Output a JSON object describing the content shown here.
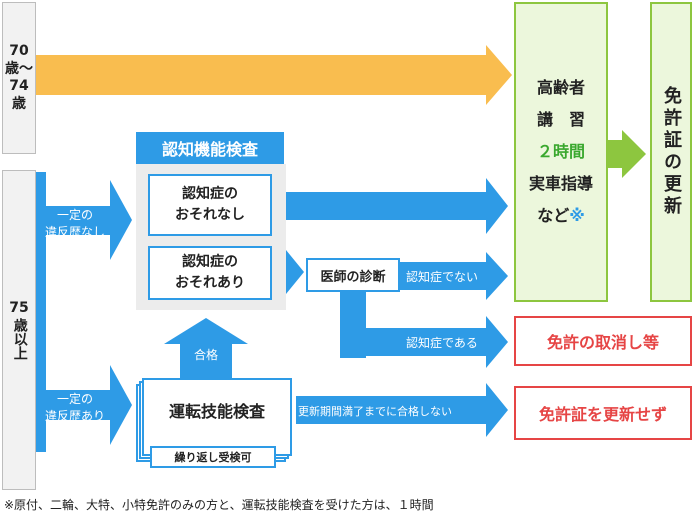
{
  "ages": {
    "group1_line1": "70",
    "group1_line2": "歳～",
    "group1_line3": "74",
    "group1_line4": "歳",
    "group2_line1": "75",
    "group2_line2": "歳以上"
  },
  "cognitive_test": {
    "title": "認知機能検査",
    "no_risk": "認知症の\nおそれなし",
    "risk": "認知症の\nおそれあり"
  },
  "driving_test": {
    "title": "運転技能検査",
    "repeat": "繰り返し受検可"
  },
  "doctor": "医師の診断",
  "branches": {
    "no_violation": "一定の\n違反歴なし",
    "with_violation": "一定の\n違反歴あり",
    "not_dementia": "認知症でない",
    "dementia": "認知症である",
    "pass": "合格",
    "fail_before_expiry": "更新期間満了までに合格しない"
  },
  "course": {
    "line1": "高齢者",
    "line2": "講　習",
    "line3": "２時間",
    "line4": "実車指導",
    "line5": "など",
    "mark": "※"
  },
  "renewal": "免許証の更新",
  "outcomes": {
    "revocation": "免許の取消し等",
    "no_renewal": "免許証を更新せず"
  },
  "footnote": "※原付、二輪、大特、小特免許のみの方と、運転技能検査を受けた方は、１時間",
  "colors": {
    "blue": "#2e9be6",
    "orange": "#f9bd4f",
    "green": "#8dc63f",
    "red": "#e64545",
    "gray_panel": "#ececec"
  }
}
